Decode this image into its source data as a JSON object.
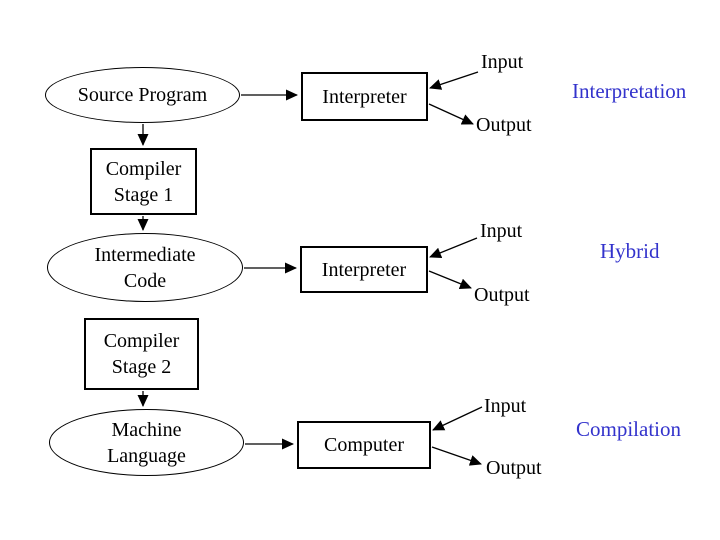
{
  "title": "Interpretation, Hybrid and Compilation diagram",
  "colors": {
    "background": "#ffffff",
    "shape_stroke": "#000000",
    "text": "#000000",
    "annotation_blue": "#3333cc"
  },
  "nodes": {
    "source_program": {
      "label": "Source Program",
      "shape": "ellipse"
    },
    "compiler_stage1": {
      "lines": [
        "Compiler",
        "Stage 1"
      ],
      "shape": "rectangle"
    },
    "intermediate_code": {
      "lines": [
        "Intermediate",
        "Code"
      ],
      "shape": "ellipse"
    },
    "compiler_stage2": {
      "lines": [
        "Compiler",
        "Stage 2"
      ],
      "shape": "rectangle"
    },
    "machine_language": {
      "lines": [
        "Machine",
        "Language"
      ],
      "shape": "ellipse"
    },
    "interpreter1": {
      "label": "Interpreter",
      "shape": "rectangle"
    },
    "interpreter2": {
      "label": "Interpreter",
      "shape": "rectangle"
    },
    "computer": {
      "label": "Computer",
      "shape": "rectangle"
    }
  },
  "io": {
    "row1": {
      "input": "Input",
      "output": "Output"
    },
    "row2": {
      "input": "Input",
      "output": "Output"
    },
    "row3": {
      "input": "Input",
      "output": "Output"
    }
  },
  "annotations": {
    "interpretation": "Interpretation",
    "hybrid": "Hybrid",
    "compilation": "Compilation"
  }
}
